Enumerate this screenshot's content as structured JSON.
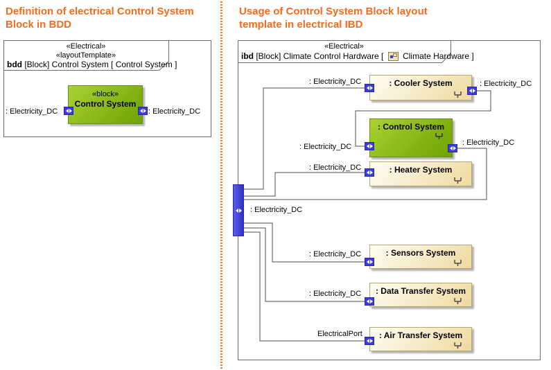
{
  "page": {
    "bdd_title": "Definition of electrical Control System Block in BDD",
    "ibd_title": "Usage of Control System Block layout template in electrical IBD"
  },
  "colors": {
    "title_orange": "#FA6A1A",
    "separator_orange": "#F58220",
    "port_blue": "#3C3CDC",
    "block_green_light": "#A9D232",
    "block_green_dark": "#6EA202",
    "block_beige_light": "#FFFEF6",
    "block_beige_dark": "#EEDA9E",
    "wire_gray": "#4D4D4D"
  },
  "icons": {
    "port": "bidirectional-port-arrows",
    "structure": "internal-structure-icon",
    "diagram_ref": "ibd-diagram-icon"
  },
  "bdd": {
    "header": {
      "stereotype_line1": "«Electrical»",
      "stereotype_line2": "«layoutTemplate»",
      "kind": "bdd",
      "title_rest": " [Block] Control System [ Control System ]"
    },
    "block": {
      "stereotype": "«block»",
      "name": "Control System"
    },
    "left_port_label": ": Electricity_DC",
    "right_port_label": ": Electricity_DC"
  },
  "ibd": {
    "header": {
      "stereotype_line1": "«Electrical»",
      "kind": "ibd",
      "before_icon": " [Block] Climate Control Hardware [ ",
      "after_icon": " Climate Hardware ]"
    },
    "boundary_port_label": ": Electricity_DC",
    "blocks": [
      {
        "name": ": Cooler System",
        "left_label": ": Electricity_DC",
        "right_label": ": Electricity_DC"
      },
      {
        "name": ": Control System",
        "left_label": ": Electricity_DC",
        "right_label": ": Electricity_DC"
      },
      {
        "name": ": Heater System",
        "left_label": ": Electricity_DC"
      },
      {
        "name": ": Sensors System",
        "left_label": ": Electricity_DC"
      },
      {
        "name": ": Data Transfer System",
        "left_label": ": Electricity_DC"
      },
      {
        "name": ": Air Transfer System",
        "left_label": "ElectricalPort"
      }
    ]
  }
}
